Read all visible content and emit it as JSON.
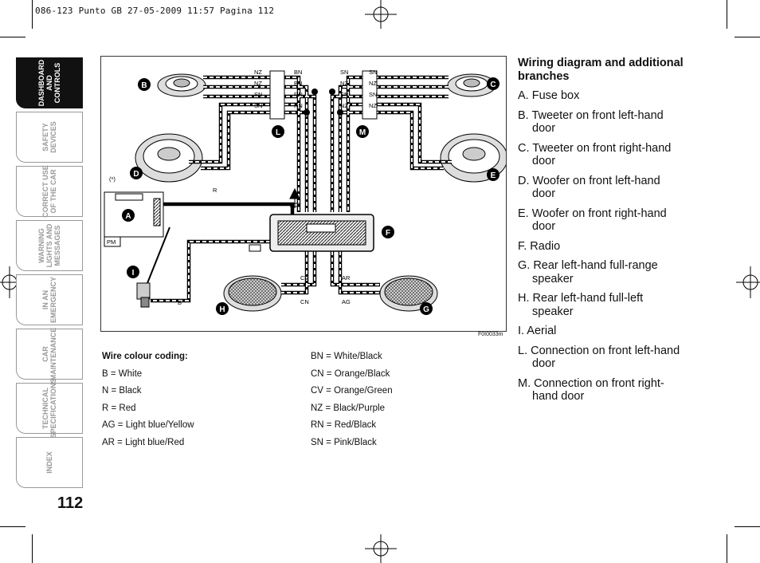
{
  "header": {
    "text": "086-123 Punto GB  27-05-2009  11:57  Pagina 112"
  },
  "tabs": [
    {
      "label": "DASHBOARD\nAND\nCONTROLS",
      "active": true
    },
    {
      "label": "SAFETY\nDEVICES",
      "active": false
    },
    {
      "label": "CORRECT USE\nOF THE CAR",
      "active": false
    },
    {
      "label": "WARNING\nLIGHTS AND\nMESSAGES",
      "active": false
    },
    {
      "label": "IN AN\nEMERGENCY",
      "active": false
    },
    {
      "label": "CAR\nMAINTENANCE",
      "active": false
    },
    {
      "label": "TECHNICAL\nSPECIFICATIONS",
      "active": false
    },
    {
      "label": "INDEX",
      "active": false
    }
  ],
  "page_number": "112",
  "figure": {
    "code": "F0I0033m",
    "callouts": [
      "A",
      "B",
      "C",
      "D",
      "E",
      "F",
      "G",
      "H",
      "I",
      "L",
      "M"
    ],
    "wire_labels": {
      "left_connector": [
        "NZ",
        "NZ",
        "SN",
        "SN"
      ],
      "left_connector_right": [
        "BN",
        "BN",
        "RN",
        "RN"
      ],
      "right_connector": [
        "SN",
        "NZ",
        "SN",
        "NZ"
      ],
      "right_connector_right": [
        "SN",
        "NZ",
        "SN",
        "NZ"
      ],
      "aerial": "B",
      "fuse": "R",
      "cv": "CV",
      "ar": "AR",
      "cn": "CN",
      "ag": "AG",
      "fuse_note": "(*)",
      "pm": "PM"
    }
  },
  "legend": {
    "title": "Wire colour coding:",
    "col1": [
      "B = White",
      "N = Black",
      "R = Red",
      "AG = Light blue/Yellow",
      "AR = Light blue/Red"
    ],
    "col2": [
      "BN = White/Black",
      "CN = Orange/Black",
      "CV = Orange/Green",
      "NZ = Black/Purple",
      "RN = Red/Black",
      "SN = Pink/Black"
    ]
  },
  "right": {
    "title": "Wiring diagram and additional branches",
    "items": [
      "A. Fuse box",
      "B. Tweeter on front left-hand door",
      "C. Tweeter on front right-hand door",
      "D. Woofer on front left-hand door",
      "E. Woofer on front right-hand door",
      "F. Radio",
      "G. Rear left-hand full-range speaker",
      "H. Rear left-hand full-left speaker",
      "I. Aerial",
      "L. Connection on front left-hand door",
      "M. Connection on front right-hand door"
    ]
  }
}
